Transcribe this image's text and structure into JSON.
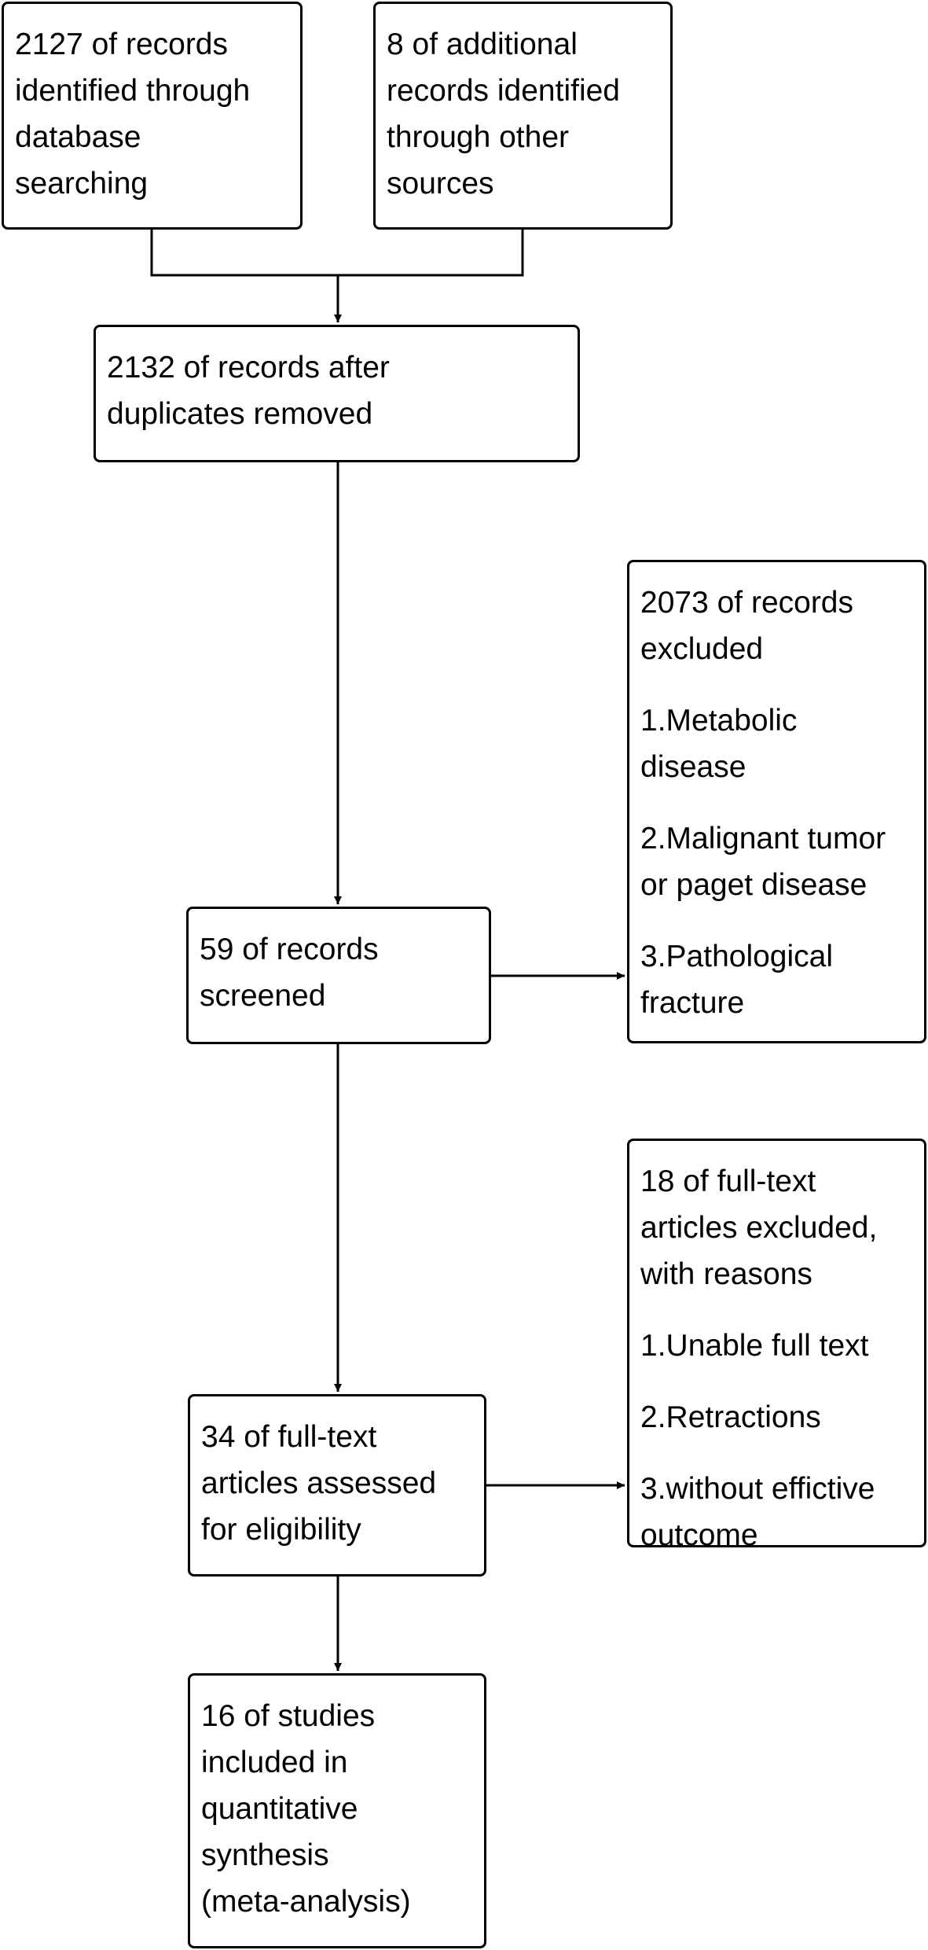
{
  "boxes": {
    "database": {
      "lines": [
        "2127 of records",
        "identified through",
        "database",
        "searching"
      ]
    },
    "other_sources": {
      "lines": [
        "8 of additional",
        "records identified",
        "through other",
        "sources"
      ]
    },
    "after_duplicates": {
      "lines": [
        "2132 of records after",
        "duplicates removed"
      ]
    },
    "excluded_records": {
      "lines": [
        "2073 of records",
        "excluded"
      ],
      "reasons": [
        {
          "lines": [
            "1.Metabolic",
            "disease"
          ]
        },
        {
          "lines": [
            "2.Malignant tumor",
            "or paget disease"
          ]
        },
        {
          "lines": [
            "3.Pathological",
            "fracture"
          ]
        }
      ]
    },
    "screened": {
      "lines": [
        "59 of records",
        "screened"
      ]
    },
    "fulltext_excluded": {
      "lines": [
        "18 of full-text",
        "articles excluded,",
        "with reasons"
      ],
      "reasons": [
        {
          "lines": [
            "1.Unable full text"
          ]
        },
        {
          "lines": [
            "2.Retractions"
          ]
        },
        {
          "lines": [
            "3.without effictive",
            "outcome"
          ]
        }
      ]
    },
    "eligibility": {
      "lines": [
        "34 of full-text",
        "articles assessed",
        "for eligibility"
      ]
    },
    "included": {
      "lines": [
        "16 of studies",
        "included in",
        "quantitative",
        "synthesis",
        "(meta-analysis)"
      ]
    }
  }
}
